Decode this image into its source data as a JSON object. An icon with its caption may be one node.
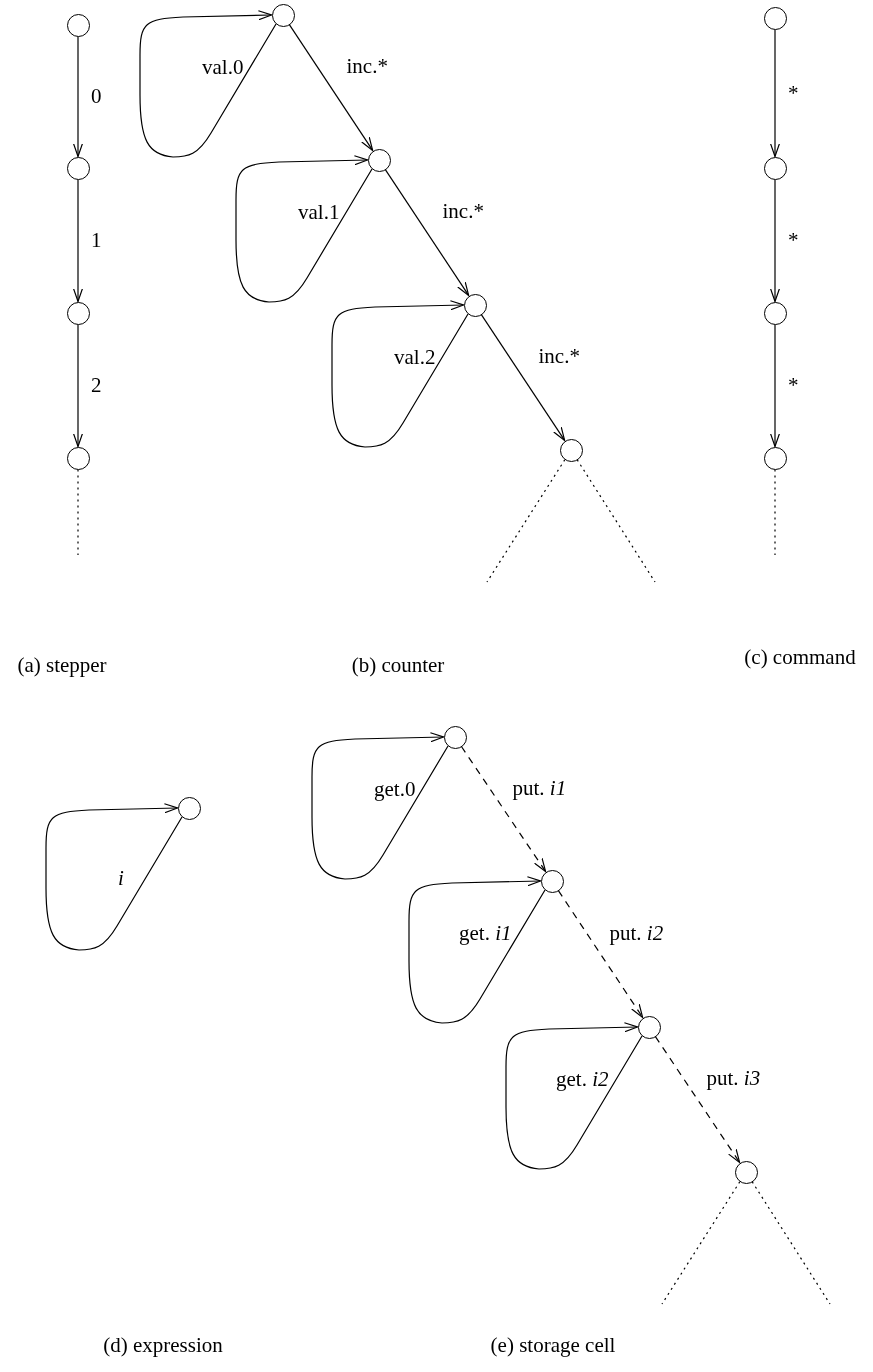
{
  "diagram": {
    "nodes": [
      {
        "text": [],
        "shape": "circle"
      },
      {
        "text": [],
        "shape": "circle"
      },
      {
        "text": [],
        "shape": "circle"
      },
      {
        "text": [],
        "shape": "circle"
      },
      {
        "text": [],
        "shape": "circle"
      },
      {
        "text": [],
        "shape": "circle"
      },
      {
        "text": [],
        "shape": "circle"
      },
      {
        "text": [],
        "shape": "circle"
      },
      {
        "text": [],
        "shape": "circle"
      },
      {
        "text": [],
        "shape": "circle"
      },
      {
        "text": [],
        "shape": "circle"
      },
      {
        "text": [],
        "shape": "circle"
      },
      {
        "text": [],
        "shape": "circle"
      },
      {
        "text": [],
        "shape": "circle"
      },
      {
        "text": [],
        "shape": "circle"
      },
      {
        "text": [],
        "shape": "circle"
      },
      {
        "text": [],
        "shape": "circle"
      }
    ],
    "edges": [
      {
        "from": 0,
        "to": 1,
        "arrow": "to",
        "label": "0"
      },
      {
        "from": 1,
        "to": 2,
        "arrow": "to",
        "label": "1"
      },
      {
        "from": 2,
        "to": 3,
        "arrow": "to",
        "label": "2"
      },
      {
        "from": 3,
        "to": null,
        "arrow": "none",
        "style": "dashed"
      },
      {
        "from": 4,
        "to": 4,
        "arrow": "to",
        "label": "val.0"
      },
      {
        "from": 4,
        "to": 5,
        "arrow": "to",
        "label": "inc.*"
      },
      {
        "from": 5,
        "to": 5,
        "arrow": "to",
        "label": "val.1"
      },
      {
        "from": 5,
        "to": 6,
        "arrow": "to",
        "label": "inc.*"
      },
      {
        "from": 6,
        "to": 6,
        "arrow": "to",
        "label": "val.2"
      },
      {
        "from": 6,
        "to": 7,
        "arrow": "to",
        "label": "inc.*"
      },
      {
        "from": 7,
        "to": null,
        "arrow": "none",
        "style": "dashed"
      },
      {
        "from": 7,
        "to": null,
        "arrow": "none",
        "style": "dashed"
      },
      {
        "from": 8,
        "to": 9,
        "arrow": "to",
        "label": "*"
      },
      {
        "from": 9,
        "to": 10,
        "arrow": "to",
        "label": "*"
      },
      {
        "from": 10,
        "to": 11,
        "arrow": "to",
        "label": "*"
      },
      {
        "from": 11,
        "to": null,
        "arrow": "none",
        "style": "dashed"
      },
      {
        "from": 12,
        "to": 12,
        "arrow": "to",
        "label": "i"
      },
      {
        "from": 13,
        "to": 13,
        "arrow": "to",
        "label": "get.0"
      },
      {
        "from": 13,
        "to": 14,
        "arrow": "to",
        "label": "put. *i1*",
        "style": "dashed"
      },
      {
        "from": 14,
        "to": 14,
        "arrow": "to",
        "label": "get. *i1*"
      },
      {
        "from": 14,
        "to": 15,
        "arrow": "to",
        "label": "put. *i2*",
        "style": "dashed"
      },
      {
        "from": 15,
        "to": 15,
        "arrow": "to",
        "label": "get. *i2*"
      },
      {
        "from": 15,
        "to": 16,
        "arrow": "to",
        "label": "put. *i3*",
        "style": "dashed"
      },
      {
        "from": 16,
        "to": null,
        "arrow": "none",
        "style": "dashed"
      },
      {
        "from": 16,
        "to": null,
        "arrow": "none",
        "style": "dashed"
      }
    ],
    "labels": [
      "(a) stepper",
      "(b) counter",
      "(c) command",
      "(d) expression",
      "(e) storage cell"
    ]
  }
}
